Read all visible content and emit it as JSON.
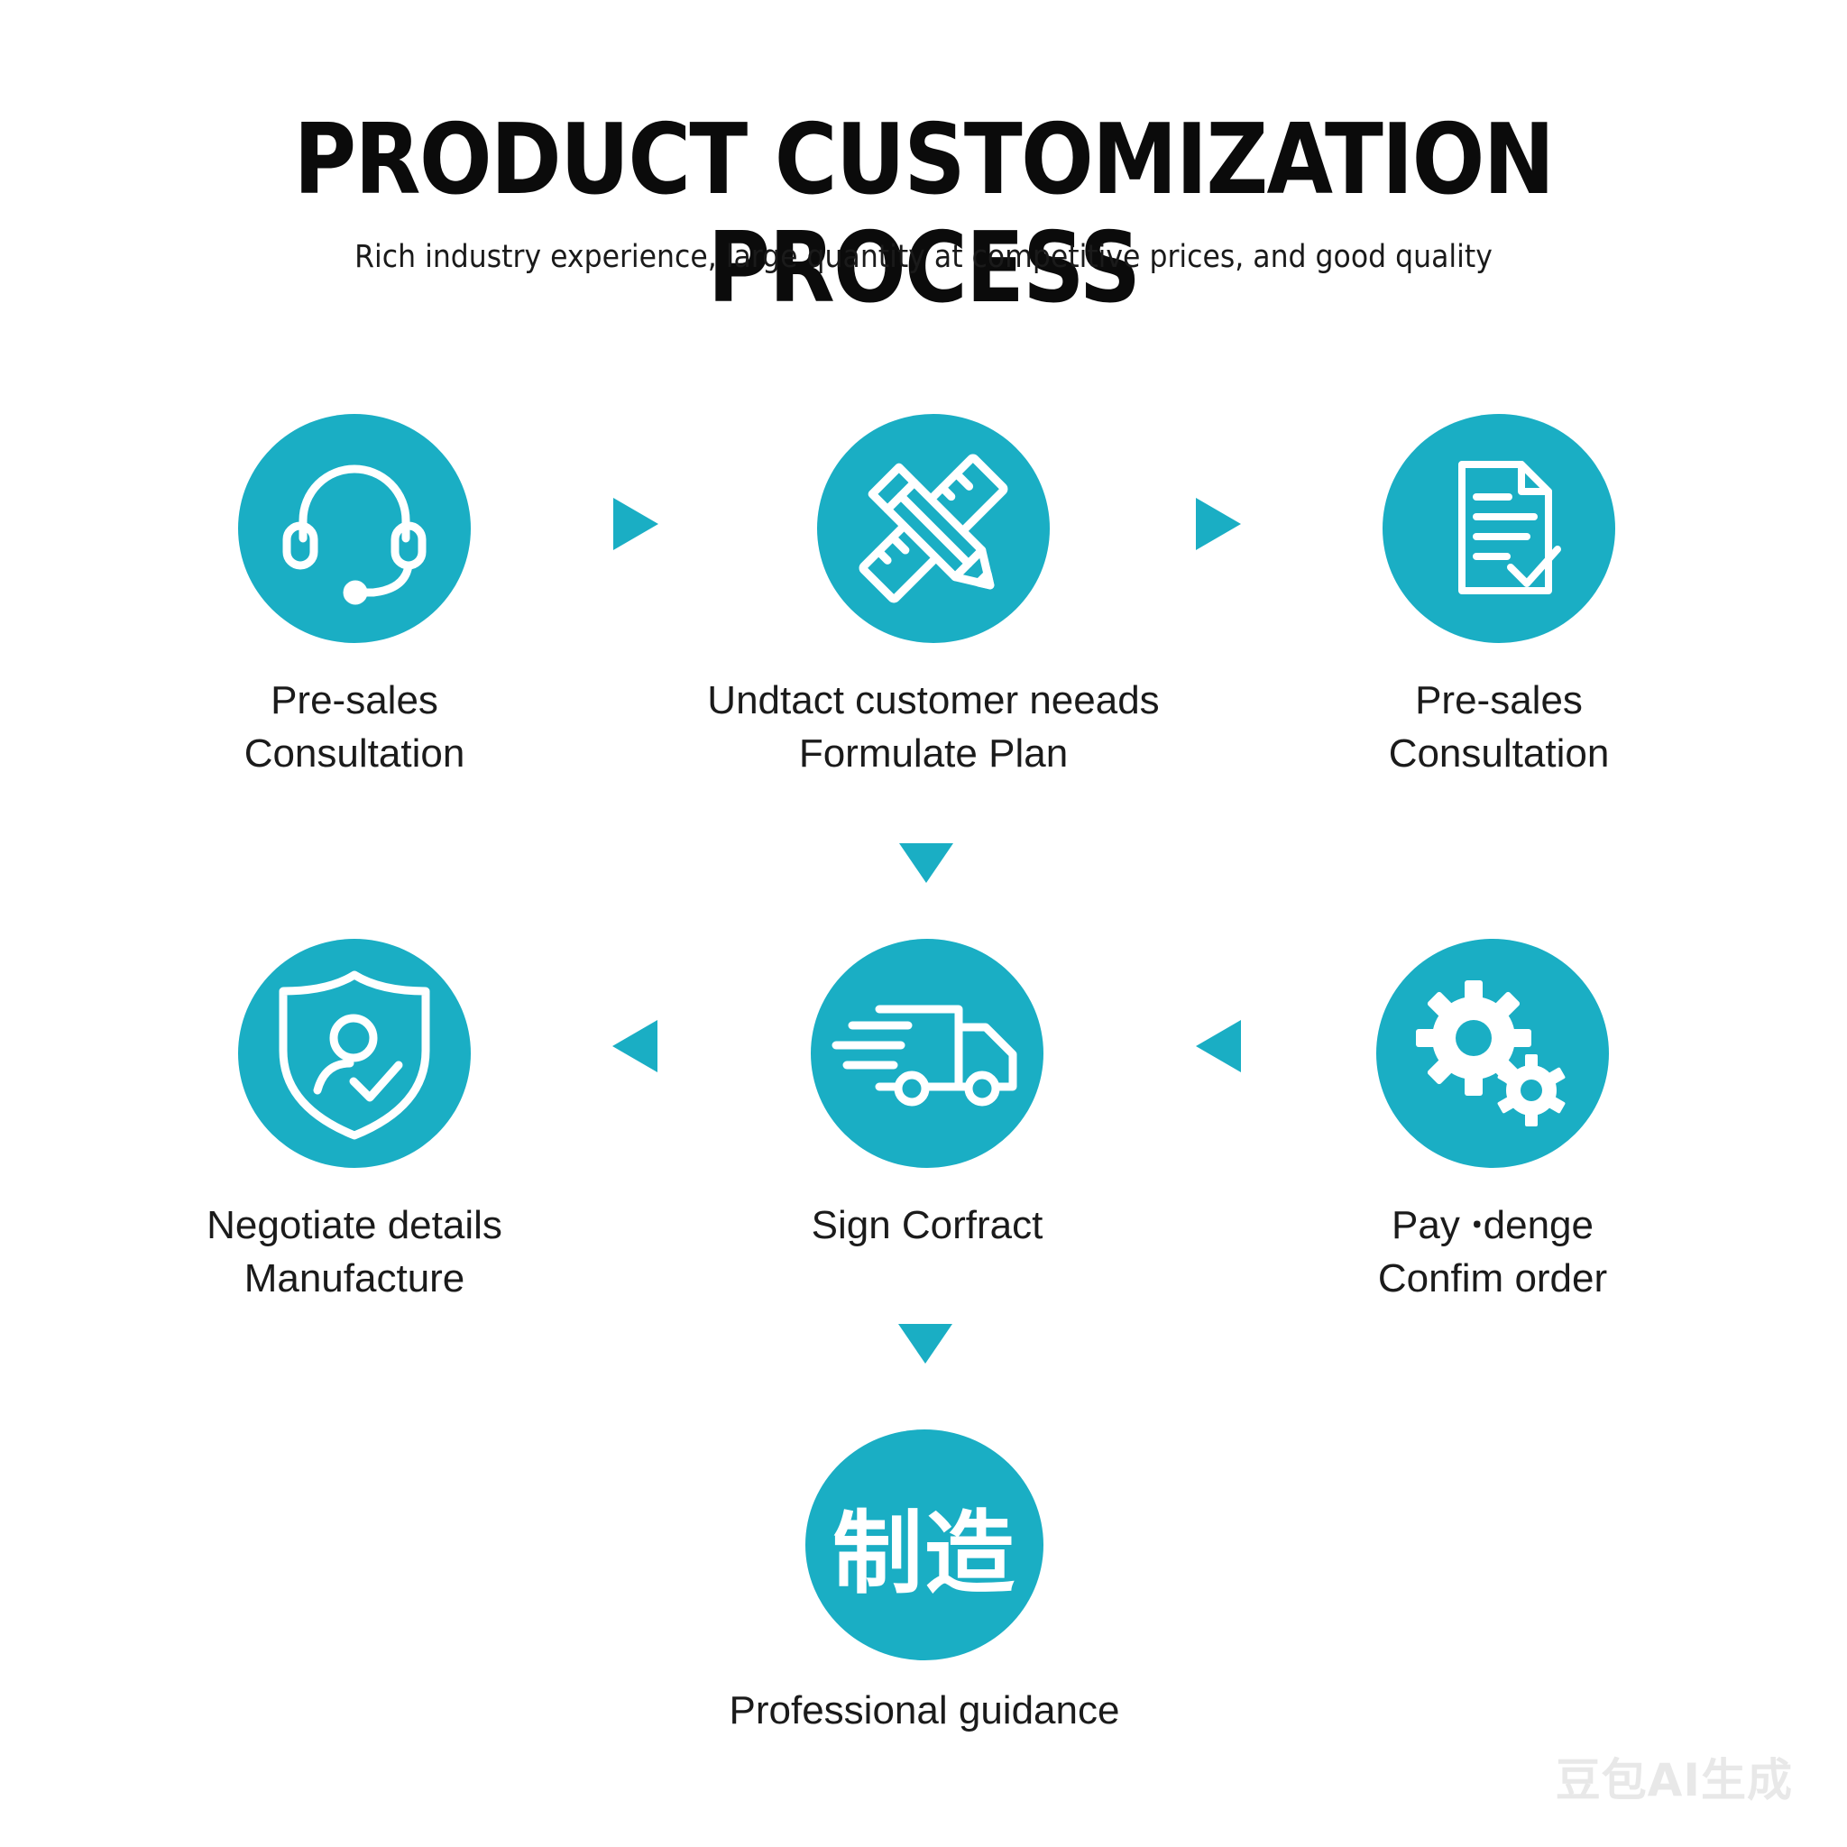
{
  "title": "PRODUCT CUSTOMIZATION PROCESS",
  "subtitle": "Rich industry experience, large quantity at competitive prices, and good quality",
  "accent_color": "#1aaec4",
  "steps": [
    {
      "icon": "headset-icon",
      "line1": "Pre-sales",
      "line2": "Consultation"
    },
    {
      "icon": "pencil-ruler-icon",
      "line1": "Undtact customer neeads",
      "line2": "Formulate Plan"
    },
    {
      "icon": "document-check-icon",
      "line1": "Pre-sales",
      "line2": "Consultation"
    },
    {
      "icon": "gears-icon",
      "line1": "Pay ꞏdenge",
      "line2": "Confim order"
    },
    {
      "icon": "delivery-truck-icon",
      "line1": "Sign Corfract",
      "line2": ""
    },
    {
      "icon": "shield-user-check-icon",
      "line1": "Negotiate details",
      "line2": "Manufacture"
    },
    {
      "icon": "text-badge-icon",
      "badge_text": "制造",
      "line1": "Professional guidance",
      "line2": ""
    }
  ],
  "watermark": "豆包AI生成"
}
